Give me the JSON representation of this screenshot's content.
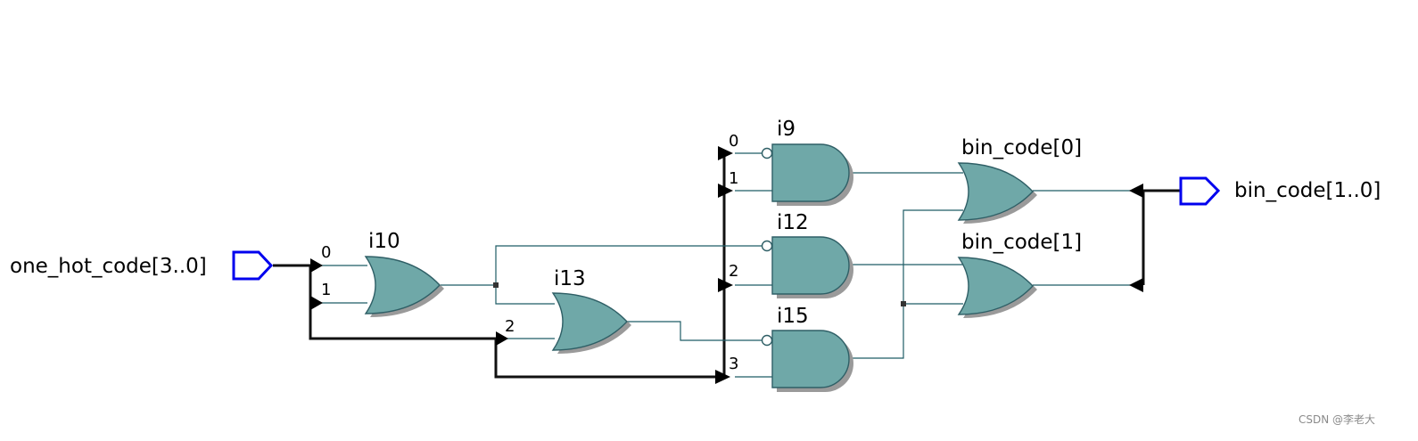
{
  "ports": {
    "input": "one_hot_code[3..0]",
    "output": "bin_code[1..0]"
  },
  "instances": {
    "i9": "i9",
    "i10": "i10",
    "i12": "i12",
    "i13": "i13",
    "i15": "i15",
    "bin0": "bin_code[0]",
    "bin1": "bin_code[1]"
  },
  "bits": {
    "b0": "0",
    "b1": "1",
    "b2": "2",
    "b3": "3"
  },
  "watermark": "CSDN @李老大",
  "colors": {
    "gate_fill": "#6fa8a8",
    "port_outline": "#0000ee",
    "bus": "#111111"
  }
}
